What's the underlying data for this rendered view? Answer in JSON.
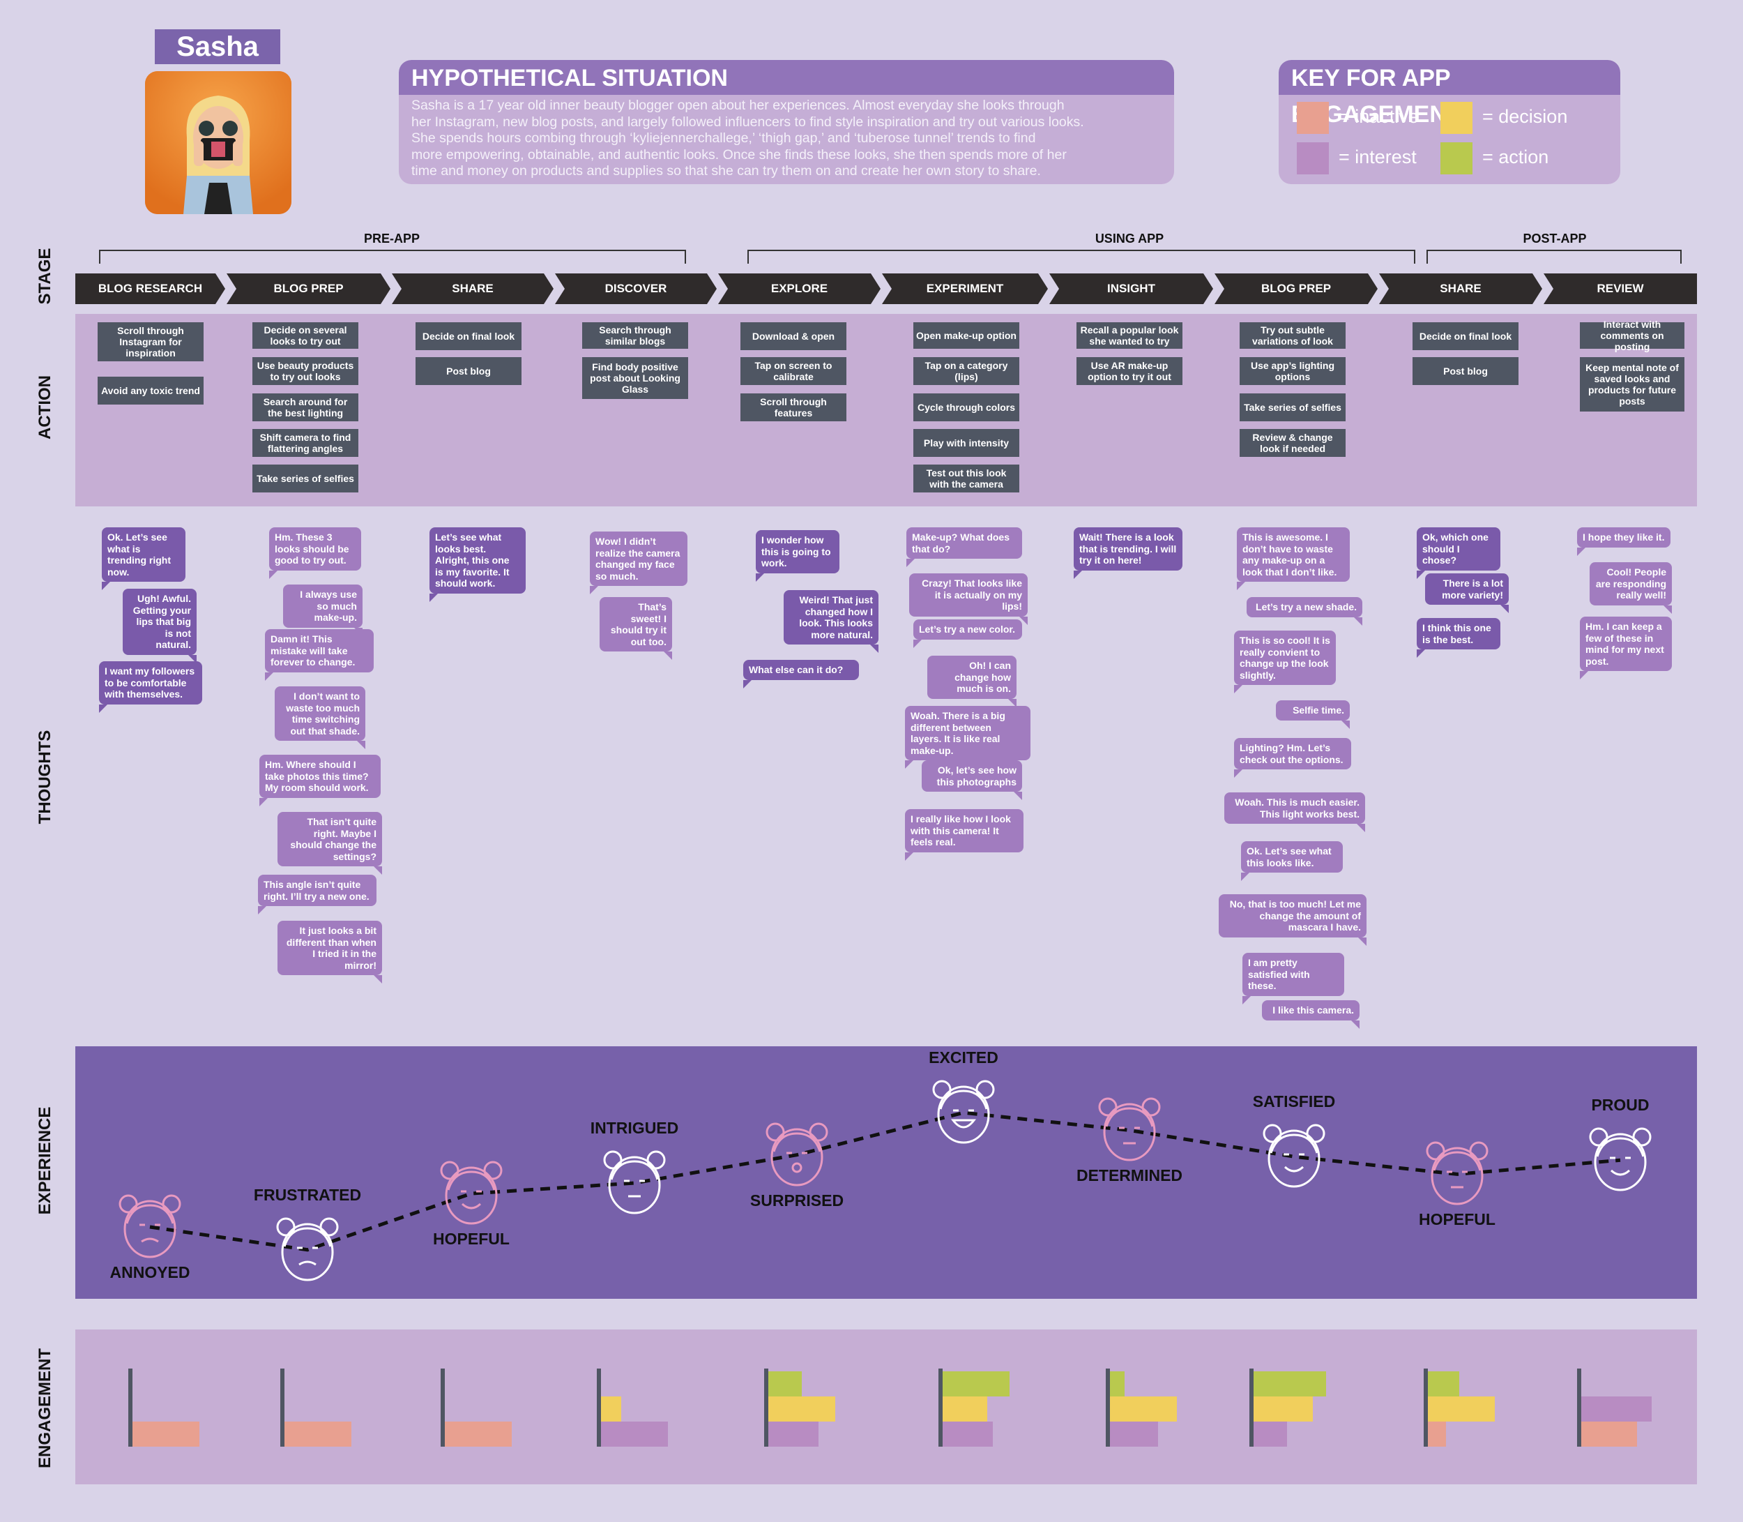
{
  "persona": {
    "name": "Sasha"
  },
  "situation": {
    "title": "HYPOTHETICAL SITUATION",
    "lines": [
      "Sasha is a 17 year old inner beauty blogger open about her experiences. Almost everyday she looks through",
      "her Instagram, new blog posts, and largely followed influencers to find style inspiration and try out various looks.",
      "She spends hours combing through ‘kyliejennerchallege,’ ‘thigh gap,’ and ‘tuberose tunnel’ trends to find",
      "more empowering, obtainable, and authentic looks. Once she finds these looks, she then spends more of her",
      "time and money on products and supplies so that she can try them on and create her own story to share."
    ]
  },
  "key": {
    "title": "KEY FOR APP ENGAGEMENT",
    "items": [
      {
        "label": "= inactive",
        "color": "#e8a090"
      },
      {
        "label": "= decision",
        "color": "#f1cf5c"
      },
      {
        "label": "= interest",
        "color": "#b88cc2"
      },
      {
        "label": "= action",
        "color": "#b9c94e"
      }
    ]
  },
  "row_labels": {
    "stage": "STAGE",
    "action": "ACTION",
    "thoughts": "THOUGHTS",
    "experience": "EXPERIENCE",
    "engagement": "ENGAGEMENT"
  },
  "groups": [
    "PRE-APP",
    "USING APP",
    "POST-APP"
  ],
  "stages": [
    "BLOG RESEARCH",
    "BLOG PREP",
    "SHARE",
    "DISCOVER",
    "EXPLORE",
    "EXPERIMENT",
    "INSIGHT",
    "BLOG PREP",
    "SHARE",
    "REVIEW"
  ],
  "actions": [
    [
      "Scroll through Instagram for inspiration",
      "Avoid any toxic trend"
    ],
    [
      "Decide on several looks to try out",
      "Use beauty products to try out looks",
      "Search around for the best lighting",
      "Shift camera to find flattering angles",
      "Take series of selfies"
    ],
    [
      "Decide on final look",
      "Post blog"
    ],
    [
      "Search through similar blogs",
      "Find body positive post about Looking Glass"
    ],
    [
      "Download & open",
      "Tap on screen to calibrate",
      "Scroll through features"
    ],
    [
      "Open make-up option",
      "Tap on a category (lips)",
      "Cycle through colors",
      "Play with intensity",
      "Test out this look with the camera"
    ],
    [
      "Recall a popular look she wanted to try",
      "Use AR make-up option to try it out"
    ],
    [
      "Try out subtle variations of look",
      "Use app’s lighting options",
      "Take series of selfies",
      "Review & change look if needed"
    ],
    [
      "Decide on final look",
      "Post blog"
    ],
    [
      "Interact with comments on posting",
      "Keep mental note of saved looks and products for future posts"
    ]
  ],
  "thoughts": [
    [
      "Ok. Let’s see what is trending right now.",
      "Ugh! Awful. Getting your lips that big is not natural.",
      "I want my followers to be comfortable with themselves."
    ],
    [
      "Hm. These 3 looks should be good to try out.",
      "I always use so much make-up.",
      "Damn it! This mistake will take forever to change.",
      "I don’t want to waste too much time switching out that shade.",
      "Hm. Where should I take photos this time? My room should work.",
      "That isn’t quite right. Maybe I should change the settings?",
      "This angle isn’t quite right. I’ll try a new one.",
      "It just looks a bit different than when I tried it in the mirror!"
    ],
    [
      "Let’s see what looks best. Alright, this one is my favorite. It should work."
    ],
    [
      "Wow! I didn’t realize the camera changed my face so much.",
      "That’s sweet! I should try it out too."
    ],
    [
      "I wonder how this is going to work.",
      "Weird! That just changed how I look. This looks more natural.",
      "What else can it do?"
    ],
    [
      "Make-up? What does that do?",
      "Crazy! That looks like it is actually on my lips!",
      "Let’s try a new color.",
      "Oh! I can change how much is on.",
      "Woah. There is a big different between layers. It is like real make-up.",
      "Ok, let’s see how this photographs",
      "I really like how I look with this camera! It feels real."
    ],
    [
      "Wait! There is a look that is trending. I will try it on here!"
    ],
    [
      "This is awesome. I don’t have to waste any make-up on a look that I don’t like.",
      "Let’s try a new shade.",
      "This is so cool! It is really convient to change up the look slightly.",
      "Selfie time.",
      "Lighting? Hm. Let’s check out the options.",
      "Woah. This is much easier. This light works best.",
      "Ok. Let’s see what this looks like.",
      "No, that is too much! Let me change the amount of mascara I have.",
      "I am pretty satisfied with these.",
      "I like this camera."
    ],
    [
      "Ok, which one should I chose?",
      "There is a lot more variety!",
      "I think this one is the best."
    ],
    [
      "I hope they like it.",
      "Cool! People are responding really well!",
      "Hm. I can keep a few of these in mind for my next post."
    ]
  ],
  "experience": [
    {
      "label": "ANNOYED",
      "level": 0.25
    },
    {
      "label": "FRUSTRATED",
      "level": 0.12
    },
    {
      "label": "HOPEFUL",
      "level": 0.44
    },
    {
      "label": "INTRIGUED",
      "level": 0.5
    },
    {
      "label": "SURPRISED",
      "level": 0.66
    },
    {
      "label": "EXCITED",
      "level": 0.9
    },
    {
      "label": "DETERMINED",
      "level": 0.8
    },
    {
      "label": "SATISFIED",
      "level": 0.65
    },
    {
      "label": "HOPEFUL",
      "level": 0.55
    },
    {
      "label": "PROUD",
      "level": 0.63
    }
  ],
  "engagement": [
    [
      {
        "type": "inactive",
        "value": 0.6
      }
    ],
    [
      {
        "type": "inactive",
        "value": 0.6
      }
    ],
    [
      {
        "type": "inactive",
        "value": 0.6
      }
    ],
    [
      {
        "type": "decision",
        "value": 0.18
      },
      {
        "type": "interest",
        "value": 0.6
      }
    ],
    [
      {
        "type": "action",
        "value": 0.3
      },
      {
        "type": "decision",
        "value": 0.6
      },
      {
        "type": "interest",
        "value": 0.45
      }
    ],
    [
      {
        "type": "action",
        "value": 0.6
      },
      {
        "type": "decision",
        "value": 0.4
      },
      {
        "type": "interest",
        "value": 0.45
      }
    ],
    [
      {
        "type": "action",
        "value": 0.13
      },
      {
        "type": "decision",
        "value": 0.6
      },
      {
        "type": "interest",
        "value": 0.43
      }
    ],
    [
      {
        "type": "action",
        "value": 0.65
      },
      {
        "type": "decision",
        "value": 0.53
      },
      {
        "type": "interest",
        "value": 0.3
      }
    ],
    [
      {
        "type": "action",
        "value": 0.28
      },
      {
        "type": "decision",
        "value": 0.6
      },
      {
        "type": "inactive",
        "value": 0.16
      }
    ],
    [
      {
        "type": "interest",
        "value": 0.63
      },
      {
        "type": "inactive",
        "value": 0.5
      }
    ]
  ]
}
